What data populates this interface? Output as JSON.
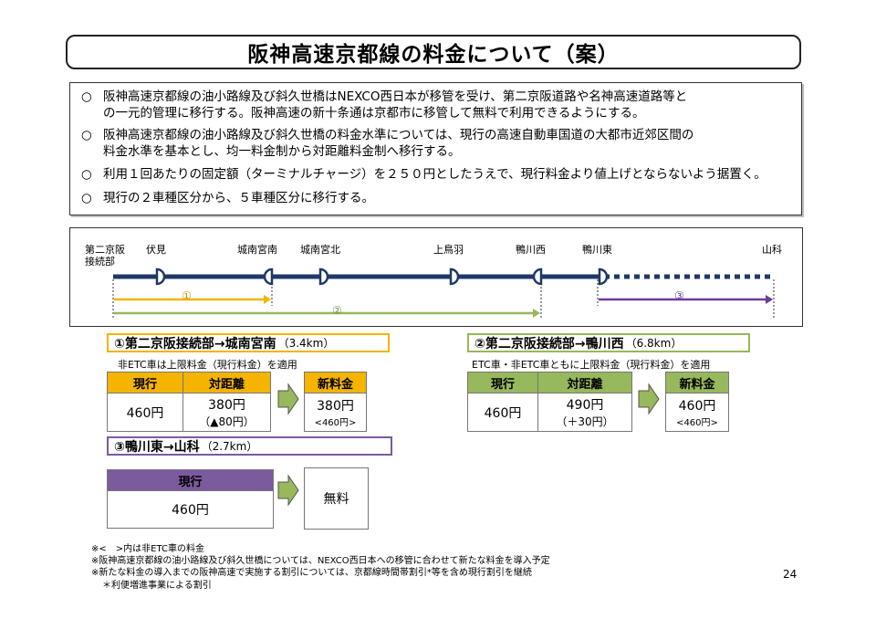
{
  "title": "阪神高速京都線の料金について（案）",
  "summary": {
    "bullet_mark": "○",
    "bullets": [
      [
        "阪神高速京都線の油小路線及び斜久世橋はNEXCO西日本が移管を受け、第二京阪道路や名神高速道路等と",
        "の一元的管理に移行する。阪神高速の新十条通は京都市に移管して無料で利用できるようにする。"
      ],
      [
        "阪神高速京都線の油小路線及び斜久世橋の料金水準については、現行の高速自動車国道の大都市近郊区間の",
        "料金水準を基本とし、均一料金制から対距離料金制へ移行する。"
      ],
      [
        "利用１回あたりの固定額（ターミナルチャージ）を２５０円としたうえで、現行料金より値上げとならないよう据置く。"
      ],
      [
        "現行の２車種区分から、５車種区分に移行する。"
      ]
    ]
  },
  "route": {
    "stations": [
      "第二京阪\n接続部",
      "伏見",
      "城南宮南",
      "城南宮北",
      "上鳥羽",
      "鴨川西",
      "鴨川東",
      "山科"
    ],
    "segment_labels": [
      "①",
      "②",
      "③"
    ],
    "colors": {
      "main_line": "#1f3868",
      "seg1": "#f4b400",
      "seg2": "#97b85c",
      "seg3": "#6a3d9a"
    }
  },
  "sections": {
    "s1": {
      "caption": "①第二京阪接続部→城南宮南",
      "distance": "（3.4km）",
      "note": "非ETC車は上限料金（現行料金）を適用",
      "headers": [
        "現行",
        "対距離",
        "新料金"
      ],
      "current": "460円",
      "distance_fare": "380円",
      "distance_sub": "（▲80円）",
      "new_fare": "380円",
      "new_sub": "<460円>"
    },
    "s2": {
      "caption": "②第二京阪接続部→鴨川西",
      "distance": "（6.8km）",
      "note": "ETC車・非ETC車ともに上限料金（現行料金）を適用",
      "headers": [
        "現行",
        "対距離",
        "新料金"
      ],
      "current": "460円",
      "distance_fare": "490円",
      "distance_sub": "（＋30円）",
      "new_fare": "460円",
      "new_sub": "<460円>"
    },
    "s3": {
      "caption": "③鴨川東→山科",
      "distance": "（2.7km）",
      "headers": [
        "現行"
      ],
      "current": "460円",
      "new_fare": "無料"
    }
  },
  "footnotes": [
    "※<　>内は非ETC車の料金",
    "※阪神高速京都線の油小路線及び斜久世橋については、NEXCO西日本への移管に合わせて新たな料金を導入予定",
    "※新たな料金の導入までの阪神高速で実施する割引については、京都線時間帯割引*等を含め現行割引を継続",
    "＊利便増進事業による割引"
  ],
  "page_number": "24"
}
